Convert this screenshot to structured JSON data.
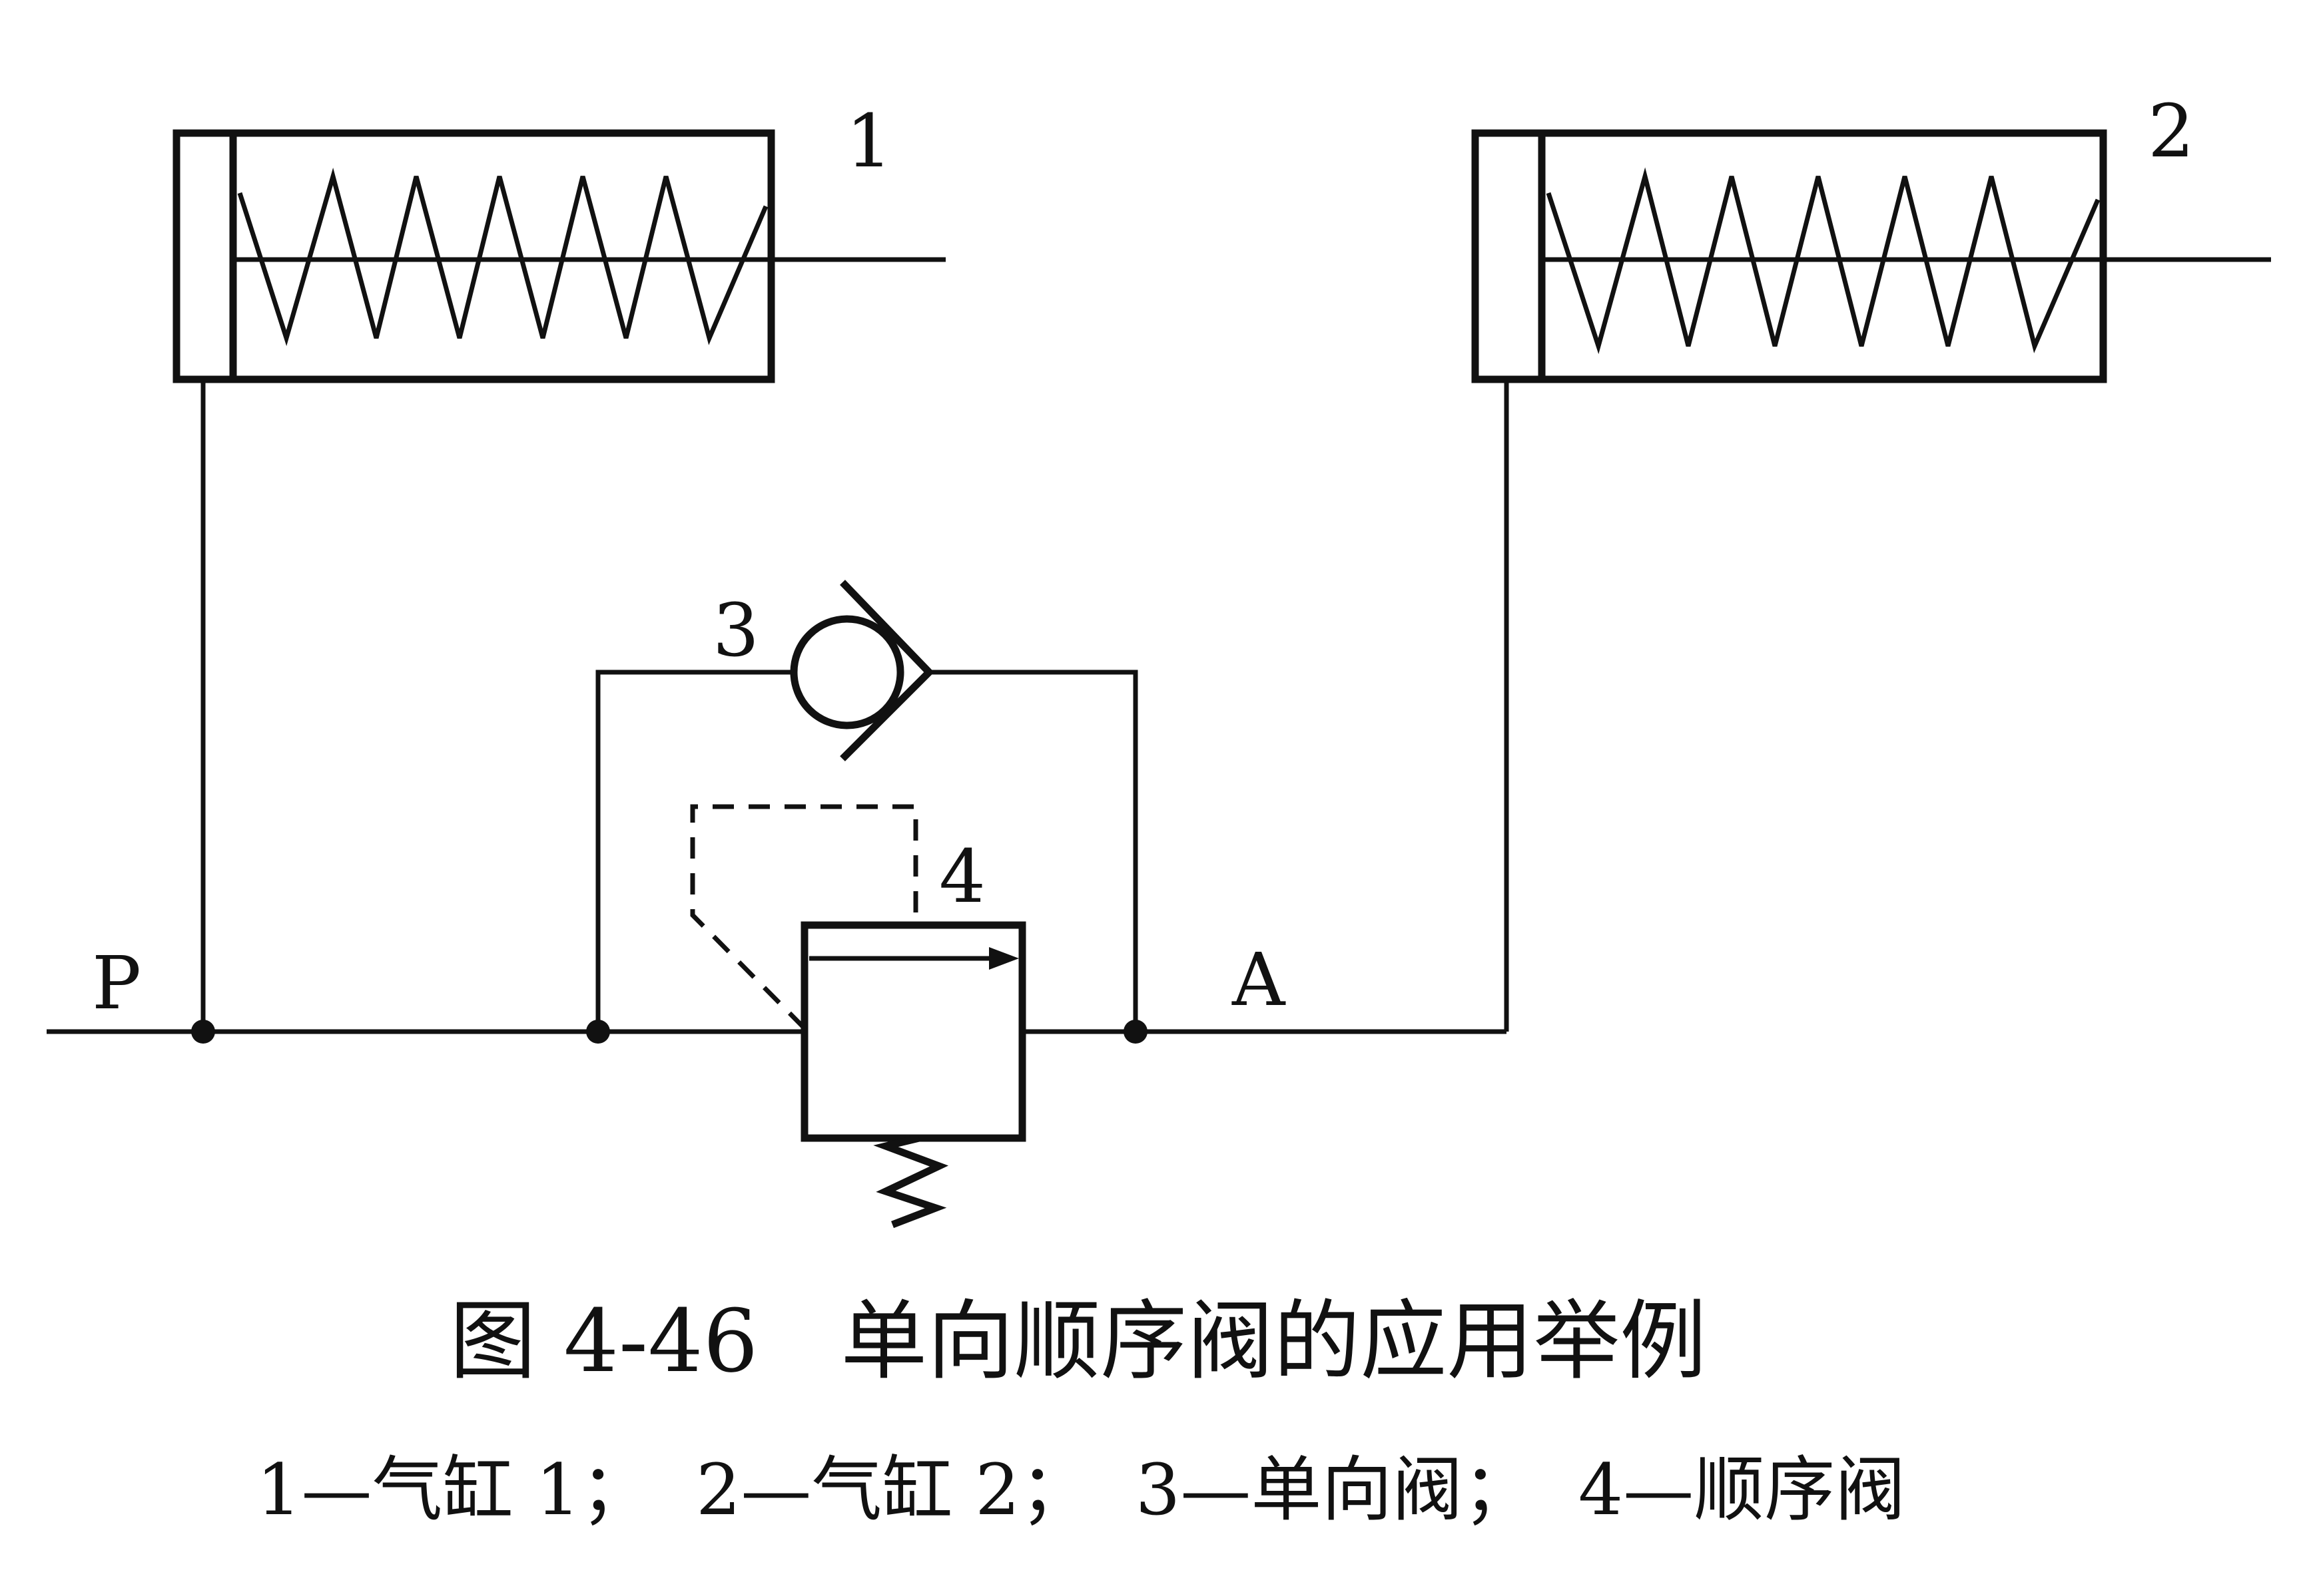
{
  "labels": {
    "cylinder_1": "1",
    "cylinder_2": "2",
    "check_valve": "3",
    "sequence_valve": "4",
    "port_p": "P",
    "port_a": "A"
  },
  "caption": {
    "title": "图 4-46   单向顺序阀的应用举例",
    "legend": "1—气缸 1；  2—气缸 2；  3—单向阀；  4—顺序阀"
  },
  "colors": {
    "ink": "#111111",
    "background": "#ffffff"
  }
}
